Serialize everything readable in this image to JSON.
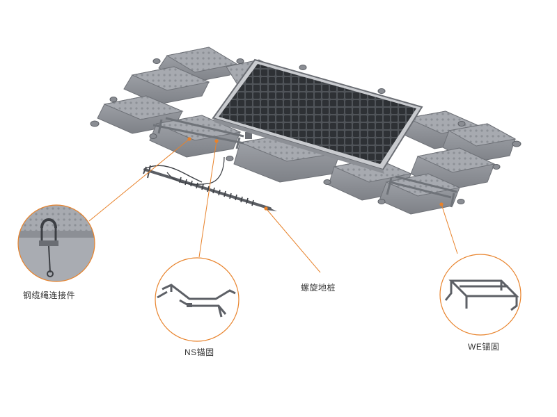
{
  "labels": {
    "cable_connector": "钢缆绳连接件",
    "screw_pile": "螺旋地桩",
    "ns_anchor": "NS锚固",
    "we_anchor": "WE锚固"
  },
  "colors": {
    "accent": "#E8822A",
    "float": "#9A9DA3",
    "panel": "#3A3D42",
    "steel": "#7B7F86"
  }
}
